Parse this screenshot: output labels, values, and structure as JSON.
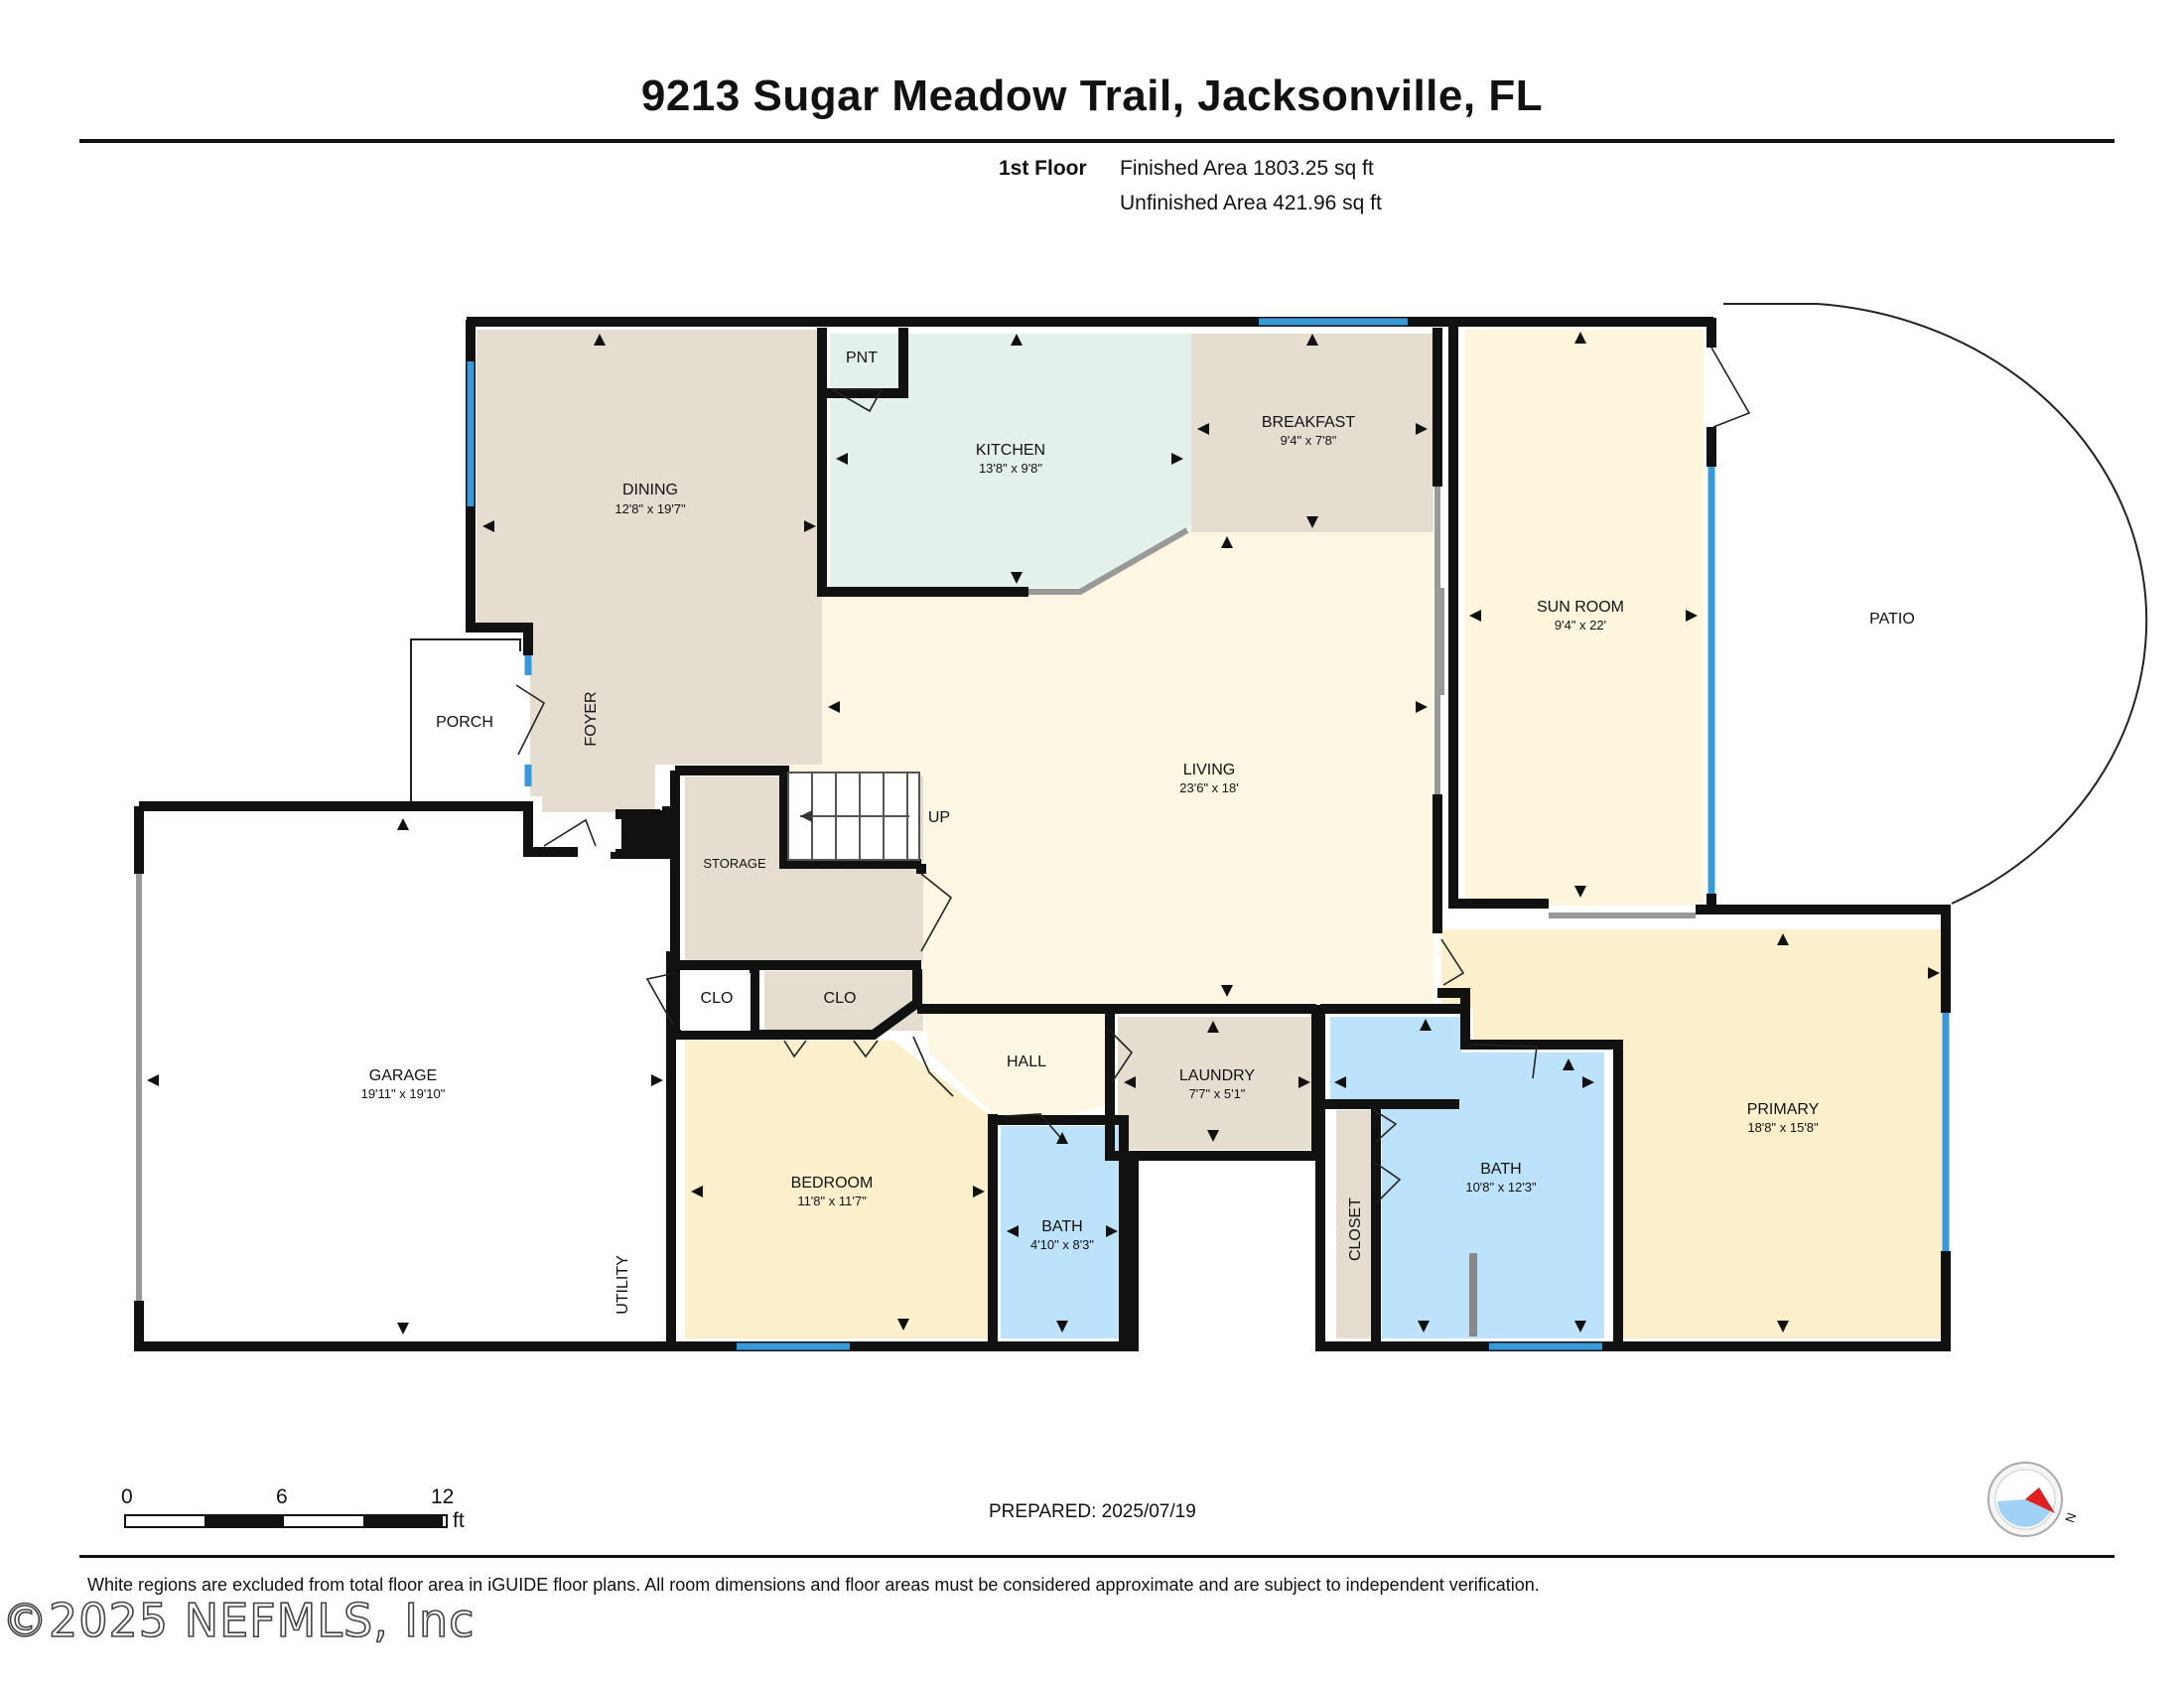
{
  "title": "9213 Sugar Meadow Trail, Jacksonville, FL",
  "floor": {
    "label": "1st Floor",
    "finished_area": "Finished Area 1803.25 sq ft",
    "unfinished_area": "Unfinished Area 421.96 sq ft"
  },
  "rooms": {
    "dining": {
      "name": "DINING",
      "dims": "12'8\" x 19'7\""
    },
    "kitchen": {
      "name": "KITCHEN",
      "dims": "13'8\" x 9'8\""
    },
    "pantry": {
      "name": "PNT"
    },
    "breakfast": {
      "name": "BREAKFAST",
      "dims": "9'4\" x 7'8\""
    },
    "sun_room": {
      "name": "SUN ROOM",
      "dims": "9'4\" x 22'"
    },
    "patio": {
      "name": "PATIO"
    },
    "porch": {
      "name": "PORCH"
    },
    "foyer": {
      "name": "FOYER"
    },
    "living": {
      "name": "LIVING",
      "dims": "23'6\" x 18'"
    },
    "stairs": {
      "name": "UP"
    },
    "storage": {
      "name": "STORAGE"
    },
    "garage": {
      "name": "GARAGE",
      "dims": "19'11\" x 19'10\""
    },
    "utility": {
      "name": "UTILITY"
    },
    "clo_1": {
      "name": "CLO"
    },
    "clo_2": {
      "name": "CLO"
    },
    "hall": {
      "name": "HALL"
    },
    "laundry": {
      "name": "LAUNDRY",
      "dims": "7'7\" x 5'1\""
    },
    "bedroom": {
      "name": "BEDROOM",
      "dims": "11'8\" x 11'7\""
    },
    "bath_small": {
      "name": "BATH",
      "dims": "4'10\" x 8'3\""
    },
    "closet": {
      "name": "CLOSET"
    },
    "bath_primary": {
      "name": "BATH",
      "dims": "10'8\" x 12'3\""
    },
    "primary": {
      "name": "PRIMARY",
      "dims": "18'8\" x 15'8\""
    }
  },
  "scale": {
    "ticks": [
      "0",
      "6",
      "12"
    ],
    "unit": "ft"
  },
  "compass": {
    "label": "N",
    "icon": "compass-icon"
  },
  "prepared": "PREPARED: 2025/07/19",
  "footnote": "White regions are excluded from total floor area in iGUIDE floor plans. All room dimensions and floor areas must be considered approximate and are subject to independent verification.",
  "watermark": "©2025 NEFMLS, Inc",
  "colors": {
    "wall": "#111111",
    "window": "#3a9ad9",
    "dining": "#e6ddd1",
    "kitchen": "#e4f1ea",
    "breakfast": "#e6ddd1",
    "sun_room": "#fdf6dd",
    "living": "#fdf6e2",
    "bedroom": "#fcf0cc",
    "bath": "#bde2fb",
    "primary": "#fcf0cc",
    "storage": "#e6ddd1",
    "laundry": "#e6ddd1"
  }
}
